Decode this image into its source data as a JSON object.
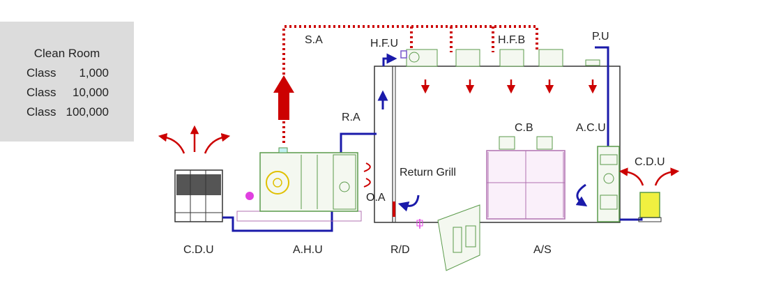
{
  "legend": {
    "title": "Clean Room",
    "rows": [
      {
        "label": "Class",
        "value": "1,000"
      },
      {
        "label": "Class",
        "value": "10,000"
      },
      {
        "label": "Class",
        "value": "100,000"
      }
    ]
  },
  "labels": {
    "sa": "S.A",
    "hfu": "H.F.U",
    "hfb": "H.F.B",
    "pu": "P.U",
    "ra": "R.A",
    "cb": "C.B",
    "acu": "A.C.U",
    "cdu_right": "C.D.U",
    "return_grill": "Return Grill",
    "oa": "O.A",
    "cdu_left": "C.D.U",
    "ahu": "A.H.U",
    "rd": "R/D",
    "as": "A/S"
  },
  "colors": {
    "supply": "#cc0000",
    "duct": "#1a1aaa",
    "equipment": "#5a9a4a",
    "booth": "#b070b0"
  }
}
